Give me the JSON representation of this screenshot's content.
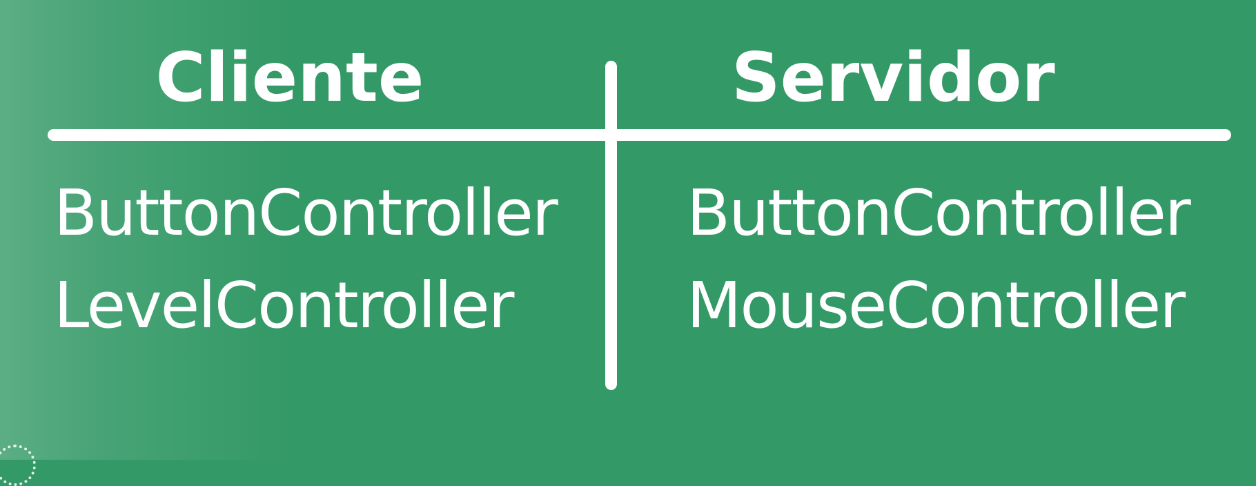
{
  "columns": {
    "client": {
      "title": "Cliente",
      "items": [
        "ButtonController",
        "LevelController"
      ]
    },
    "server": {
      "title": "Servidor",
      "items": [
        "ButtonController",
        "MouseController"
      ]
    }
  },
  "colors": {
    "background": "#339966",
    "foreground": "#ffffff"
  },
  "icons": {
    "corner": "badge-icon"
  }
}
